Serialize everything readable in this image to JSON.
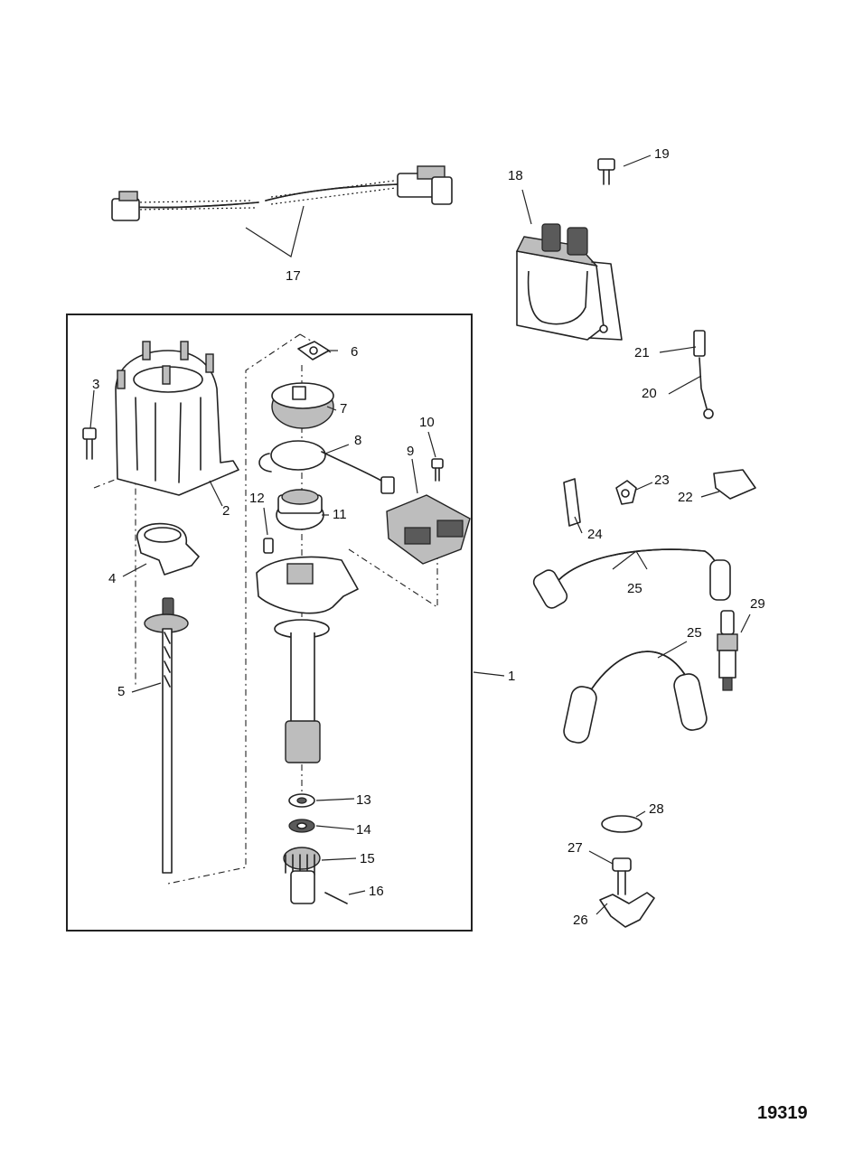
{
  "figure_number": "19319",
  "callouts": [
    {
      "id": "1",
      "text": "1"
    },
    {
      "id": "2",
      "text": "2"
    },
    {
      "id": "3",
      "text": "3"
    },
    {
      "id": "4",
      "text": "4"
    },
    {
      "id": "5",
      "text": "5"
    },
    {
      "id": "6",
      "text": "6"
    },
    {
      "id": "7",
      "text": "7"
    },
    {
      "id": "8",
      "text": "8"
    },
    {
      "id": "9",
      "text": "9"
    },
    {
      "id": "10",
      "text": "10"
    },
    {
      "id": "11",
      "text": "11"
    },
    {
      "id": "12",
      "text": "12"
    },
    {
      "id": "13",
      "text": "13"
    },
    {
      "id": "14",
      "text": "14"
    },
    {
      "id": "15",
      "text": "15"
    },
    {
      "id": "16",
      "text": "16"
    },
    {
      "id": "17",
      "text": "17"
    },
    {
      "id": "18",
      "text": "18"
    },
    {
      "id": "19",
      "text": "19"
    },
    {
      "id": "20",
      "text": "20"
    },
    {
      "id": "21",
      "text": "21"
    },
    {
      "id": "22",
      "text": "22"
    },
    {
      "id": "23",
      "text": "23"
    },
    {
      "id": "24",
      "text": "24"
    },
    {
      "id": "25a",
      "text": "25"
    },
    {
      "id": "25b",
      "text": "25"
    },
    {
      "id": "26",
      "text": "26"
    },
    {
      "id": "27",
      "text": "27"
    },
    {
      "id": "28",
      "text": "28"
    },
    {
      "id": "29",
      "text": "29"
    }
  ]
}
